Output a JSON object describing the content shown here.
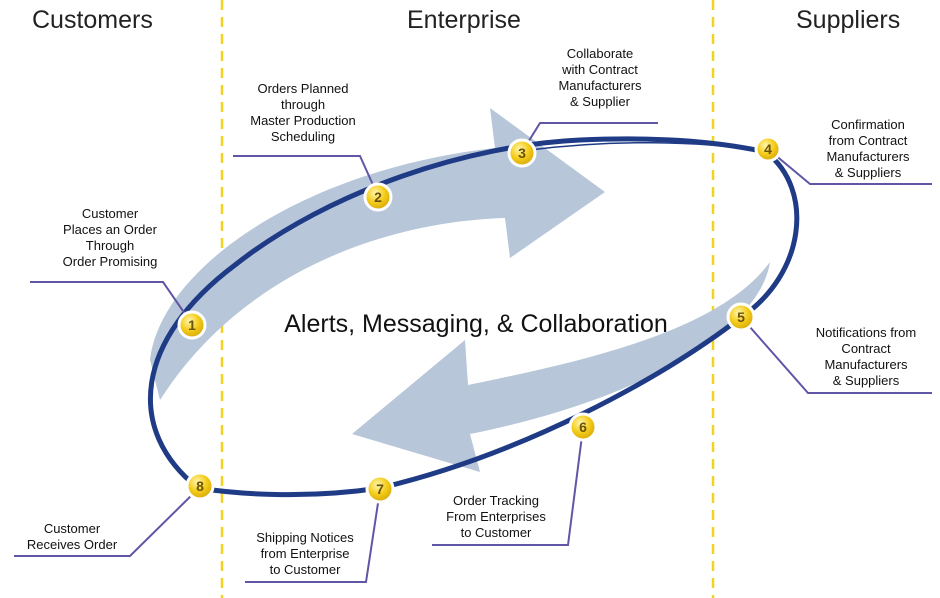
{
  "columns": {
    "customers": "Customers",
    "enterprise": "Enterprise",
    "suppliers": "Suppliers"
  },
  "center_title": "Alerts, Messaging, & Collaboration",
  "steps": [
    {
      "number": "1",
      "lines": [
        "Customer",
        "Places an Order",
        "Through",
        "Order Promising"
      ]
    },
    {
      "number": "2",
      "lines": [
        "Orders Planned",
        "through",
        "Master Production",
        "Scheduling"
      ]
    },
    {
      "number": "3",
      "lines": [
        "Collaborate",
        "with Contract",
        "Manufacturers",
        "& Supplier"
      ]
    },
    {
      "number": "4",
      "lines": [
        "Confirmation",
        "from Contract",
        "Manufacturers",
        "& Suppliers"
      ]
    },
    {
      "number": "5",
      "lines": [
        "Notifications from",
        "Contract",
        "Manufacturers",
        "& Suppliers"
      ]
    },
    {
      "number": "6",
      "lines": [
        "Order Tracking",
        "From Enterprises",
        "to Customer"
      ]
    },
    {
      "number": "7",
      "lines": [
        "Shipping Notices",
        "from Enterprise",
        "to Customer"
      ]
    },
    {
      "number": "8",
      "lines": [
        "Customer",
        "Receives Order"
      ]
    }
  ],
  "colors": {
    "divider": "#f2d321",
    "band": "#b7c6d9",
    "ring": "#1f3b86",
    "leader": "#5f57a6",
    "badge_fill": "#f1c40f",
    "badge_ring": "#ffffff"
  }
}
